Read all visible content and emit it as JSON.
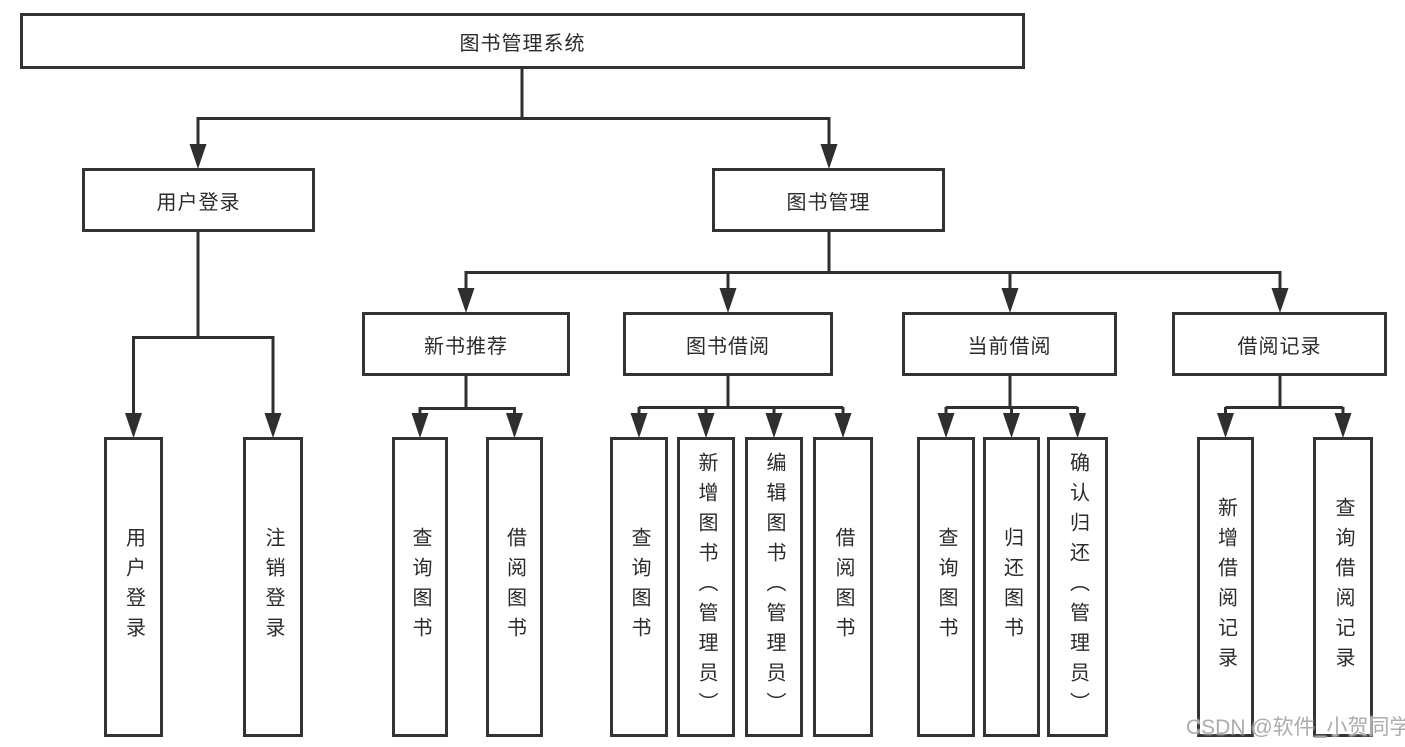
{
  "diagram_type": "hierarchy-tree",
  "tree": {
    "label": "图书管理系统",
    "children": [
      {
        "label": "用户登录",
        "children": [
          {
            "label": "用户登录"
          },
          {
            "label": "注销登录"
          }
        ]
      },
      {
        "label": "图书管理",
        "children": [
          {
            "label": "新书推荐",
            "children": [
              {
                "label": "查询图书"
              },
              {
                "label": "借阅图书"
              }
            ]
          },
          {
            "label": "图书借阅",
            "children": [
              {
                "label": "查询图书"
              },
              {
                "label": "新增图书（管理员）"
              },
              {
                "label": "编辑图书（管理员）"
              },
              {
                "label": "借阅图书"
              }
            ]
          },
          {
            "label": "当前借阅",
            "children": [
              {
                "label": "查询图书"
              },
              {
                "label": "归还图书"
              },
              {
                "label": "确认归还（管理员）"
              }
            ]
          },
          {
            "label": "借阅记录",
            "children": [
              {
                "label": "新增借阅记录"
              },
              {
                "label": "查询借阅记录"
              }
            ]
          }
        ]
      }
    ]
  },
  "watermark": "CSDN @软件_小贺同学",
  "colors": {
    "line": "#2f2f2f",
    "box_border": "#333333",
    "text": "#2b2b2b",
    "background": "#ffffff",
    "watermark": "#a8a8a8"
  }
}
